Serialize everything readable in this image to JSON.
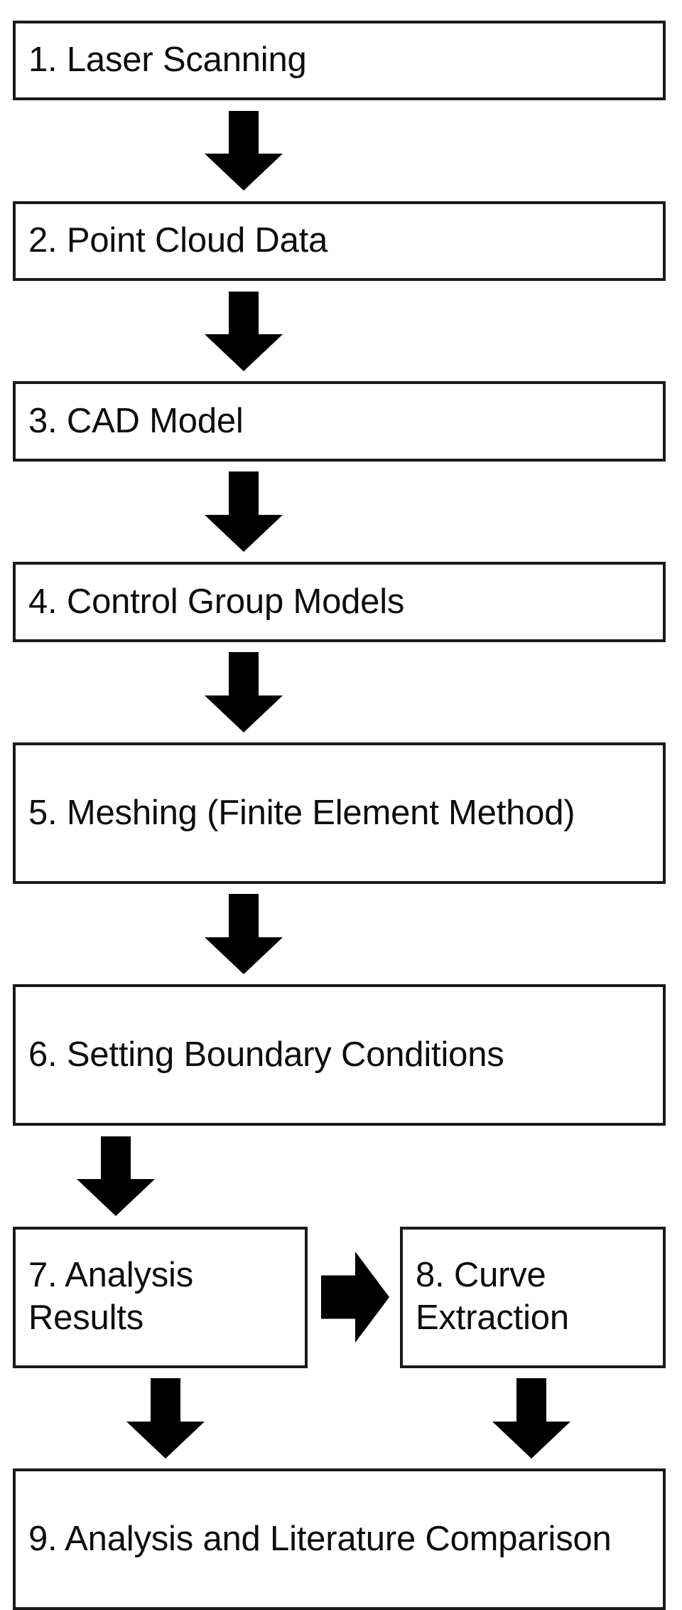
{
  "diagram": {
    "title": "Research Workflow Flowchart",
    "orientation": "top-to-bottom",
    "colors": {
      "box_border": "#1a1a1a",
      "box_fill": "#ffffff",
      "arrow_fill": "#000000",
      "text": "#0d0d0d",
      "background": "#ffffff"
    },
    "nodes": [
      {
        "id": "n1",
        "number": "1.",
        "label": "1. Laser Scanning"
      },
      {
        "id": "n2",
        "number": "2.",
        "label": "2. Point Cloud Data"
      },
      {
        "id": "n3",
        "number": "3.",
        "label": "3. CAD Model"
      },
      {
        "id": "n4",
        "number": "4.",
        "label": "4. Control Group Models"
      },
      {
        "id": "n5",
        "number": "5.",
        "label": "5. Meshing (Finite Element Method)"
      },
      {
        "id": "n6",
        "number": "6.",
        "label": "6. Setting Boundary Conditions"
      },
      {
        "id": "n7",
        "number": "7.",
        "label": "7. Analysis Results"
      },
      {
        "id": "n8",
        "number": "8.",
        "label": "8. Curve Extraction"
      },
      {
        "id": "n9",
        "number": "9.",
        "label": "9. Analysis and Literature Comparison"
      }
    ],
    "edges": [
      {
        "id": "e1",
        "from": "n1",
        "to": "n2",
        "direction": "down"
      },
      {
        "id": "e2",
        "from": "n2",
        "to": "n3",
        "direction": "down"
      },
      {
        "id": "e3",
        "from": "n3",
        "to": "n4",
        "direction": "down"
      },
      {
        "id": "e4",
        "from": "n4",
        "to": "n5",
        "direction": "down"
      },
      {
        "id": "e5",
        "from": "n5",
        "to": "n6",
        "direction": "down"
      },
      {
        "id": "e6",
        "from": "n6",
        "to": "n7",
        "direction": "down"
      },
      {
        "id": "e7",
        "from": "n7",
        "to": "n8",
        "direction": "right"
      },
      {
        "id": "e8",
        "from": "n7",
        "to": "n9",
        "direction": "down"
      },
      {
        "id": "e9",
        "from": "n8",
        "to": "n9",
        "direction": "down"
      }
    ]
  }
}
